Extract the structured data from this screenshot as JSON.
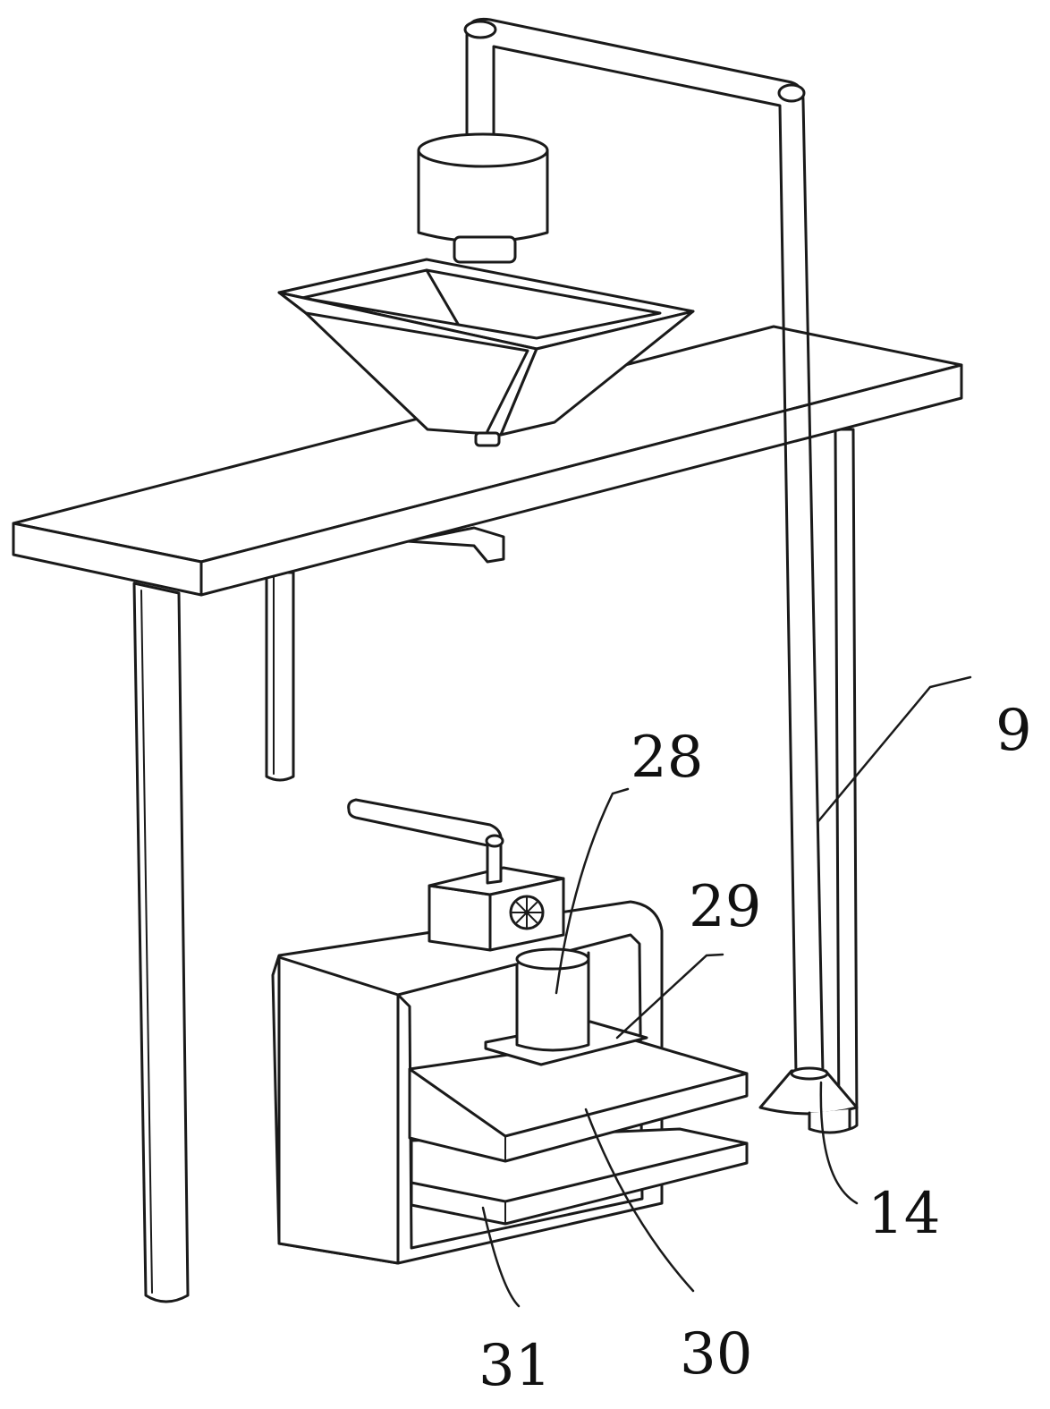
{
  "labels": {
    "part_9": "9",
    "part_14": "14",
    "part_28": "28",
    "part_29": "29",
    "part_30": "30",
    "part_31": "31"
  }
}
